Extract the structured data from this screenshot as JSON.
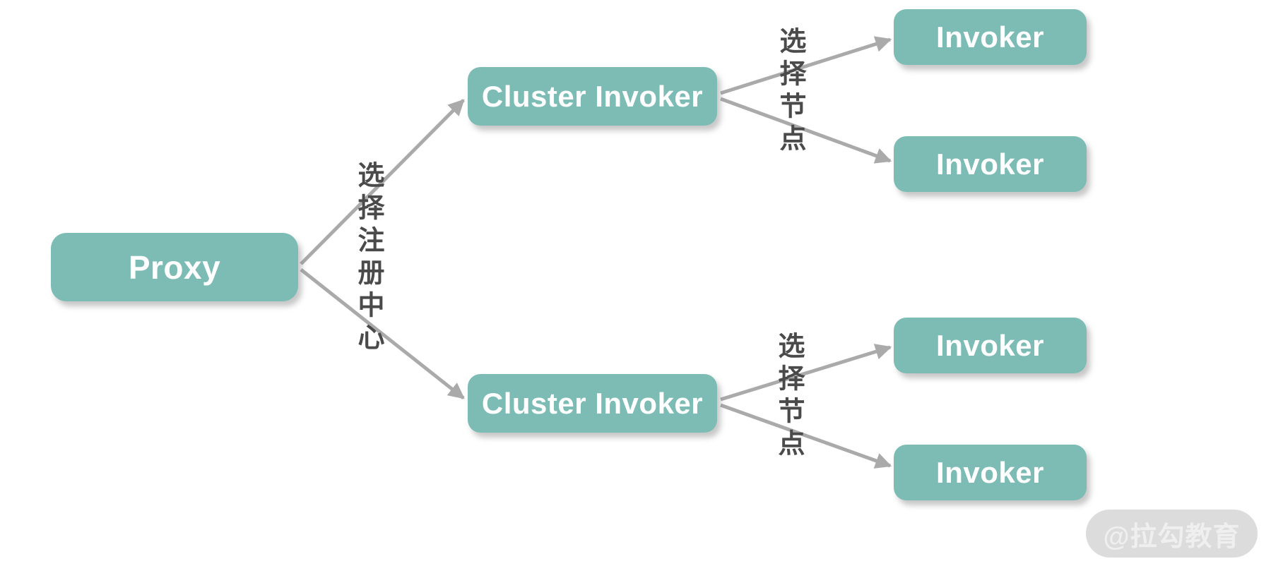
{
  "diagram": {
    "background_color": "#ffffff",
    "node_fill_color": "#7cbcb5",
    "node_text_color": "#ffffff",
    "arrow_color": "#aaaaaa",
    "edge_label_color": "#4a4a4a",
    "watermark_bg_color": "#dcdcdc",
    "watermark_text_color": "#efefef",
    "nodes": {
      "proxy": {
        "label": "Proxy"
      },
      "cluster_top": {
        "label": "Cluster Invoker"
      },
      "cluster_bottom": {
        "label": "Cluster Invoker"
      },
      "invoker_1": {
        "label": "Invoker"
      },
      "invoker_2": {
        "label": "Invoker"
      },
      "invoker_3": {
        "label": "Invoker"
      },
      "invoker_4": {
        "label": "Invoker"
      }
    },
    "edge_labels": {
      "registry": "选择注册中心",
      "node_top": "选择节点",
      "node_bottom": "选择节点"
    },
    "watermark": "@拉勾教育"
  }
}
